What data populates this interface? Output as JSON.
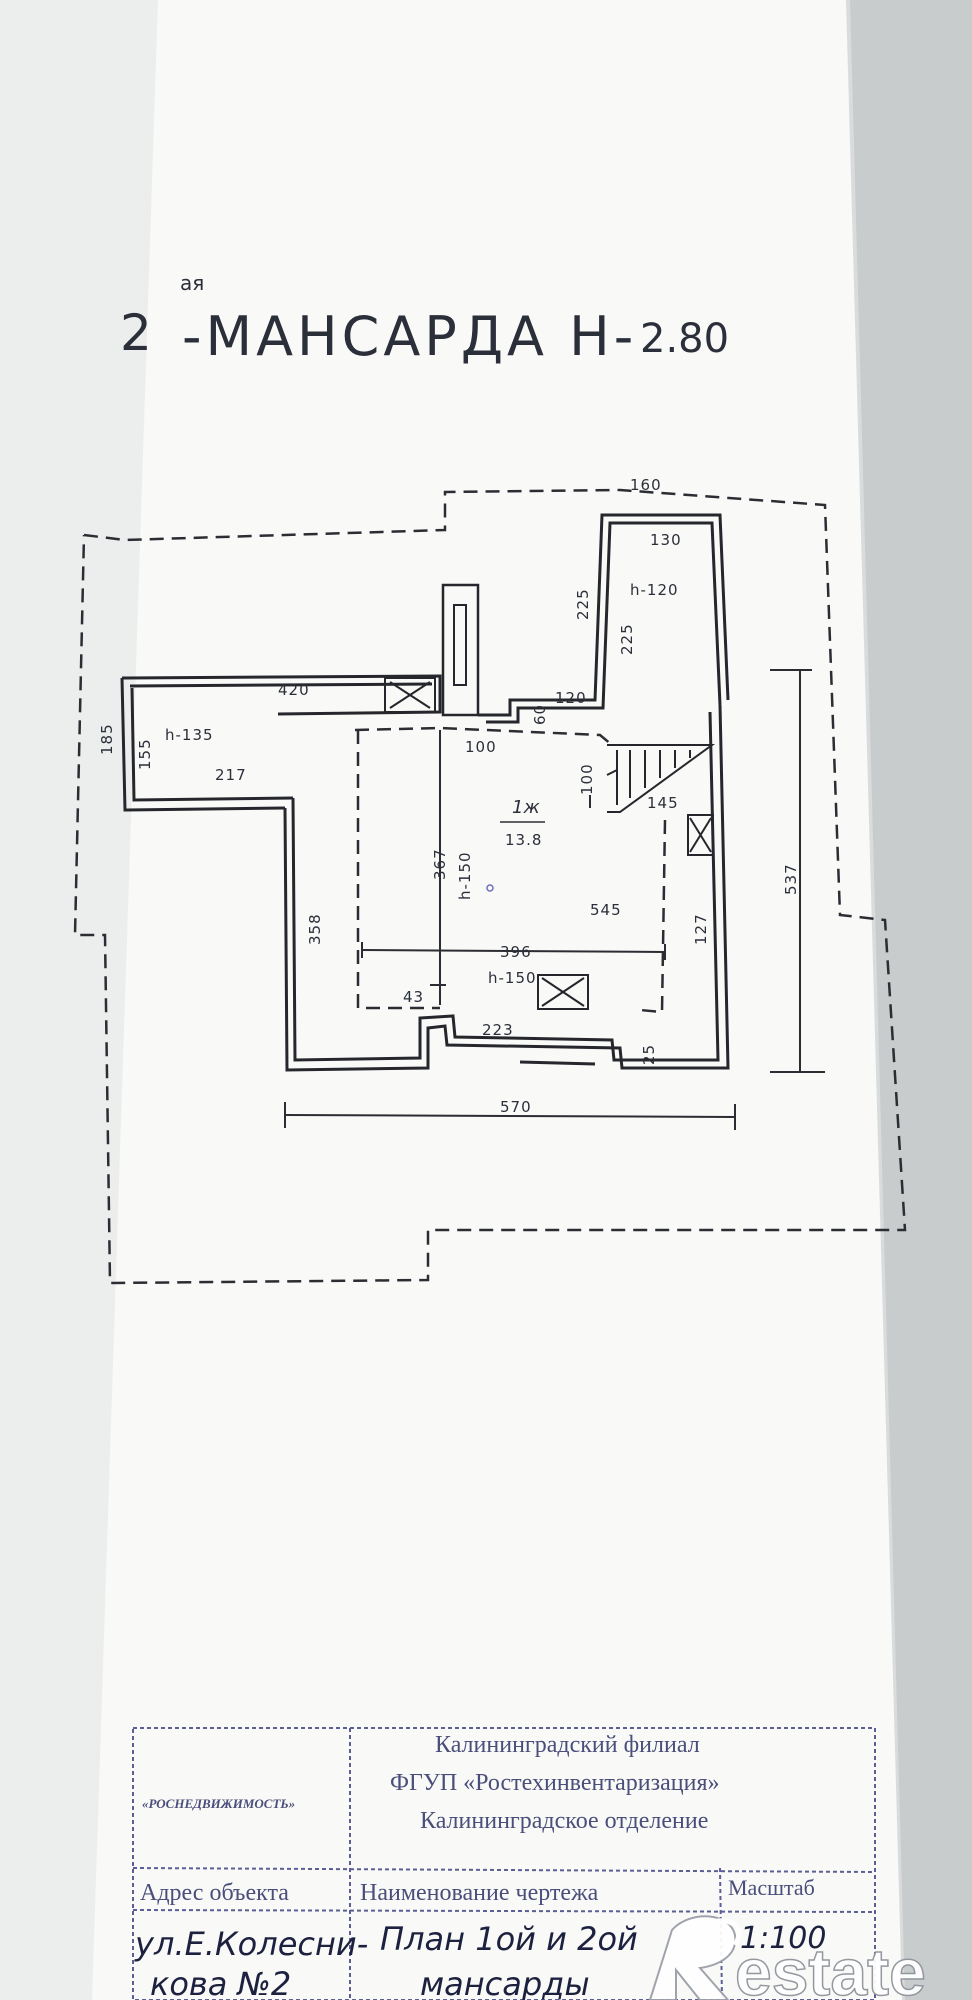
{
  "title": {
    "prefix": "2",
    "superscript": "ая",
    "text": "-МАНСАРДА Н-",
    "height": "2.80"
  },
  "plan": {
    "dimensions": {
      "top_width": "160",
      "upper_room_width": "130",
      "upper_room_height_label": "h-120",
      "upper_left": "225",
      "upper_right": "225",
      "left_room_top": "420",
      "left_side": "185",
      "left_room_inner": "155",
      "left_room_height_label": "h-135",
      "left_room_bottom": "217",
      "narrow_a": "60",
      "narrow_b": "120",
      "passage": "100",
      "stair_depth": "100",
      "stair_width": "145",
      "room_label": "1ж",
      "room_area": "13.8",
      "inner_left": "367",
      "inner_left_height_label": "h-150",
      "inner_width": "545",
      "right_inner": "127",
      "left_outer": "358",
      "cross_width": "396",
      "lower_height_label": "h-150",
      "bottom_small": "43",
      "bottom_span": "223",
      "bottom_corner": "25",
      "total_width": "570",
      "right_total": "537"
    }
  },
  "stamp": {
    "org_short": "«РОСНЕДВИЖИМОСТЬ»",
    "org_line1": "Калининградский филиал",
    "org_line2": "ФГУП «Ростехинвентаризация»",
    "org_line3": "Калининградское отделение",
    "col_address": "Адрес объекта",
    "col_name": "Наименование чертежа",
    "col_scale": "Масштаб",
    "address_value_1": "ул.Е.Колесни-",
    "address_value_2": "кова №2",
    "name_value_1": "План 1ой и 2ой",
    "name_value_2": "мансарды",
    "scale_value": "1:100"
  },
  "watermark": {
    "text": "estate"
  }
}
